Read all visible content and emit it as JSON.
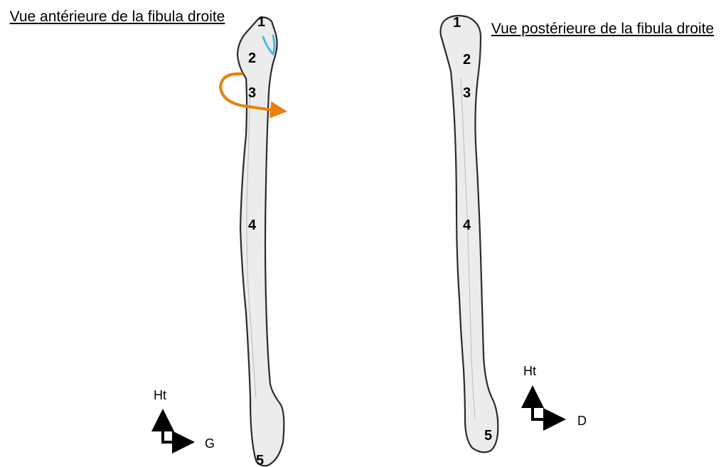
{
  "titles": {
    "left": "Vue antérieure de la fibula droite",
    "right": "Vue postérieure de la fibula droite"
  },
  "left_view": {
    "labels": [
      "1",
      "2",
      "3",
      "4",
      "5"
    ],
    "axis": {
      "up": "Ht",
      "side": "G"
    }
  },
  "right_view": {
    "labels": [
      "1",
      "2",
      "3",
      "4",
      "5"
    ],
    "axis": {
      "up": "Ht",
      "side": "D"
    }
  },
  "colors": {
    "bone_fill": "#ececec",
    "outline": "#2b2b2b",
    "orange_arrow": "#e8800e",
    "blue_mark": "#4db8e8"
  }
}
